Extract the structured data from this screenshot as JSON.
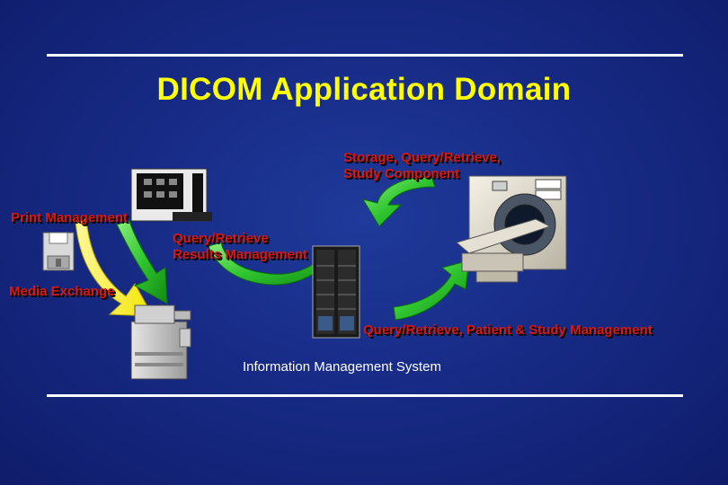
{
  "title": "DICOM Application Domain",
  "labels": {
    "storage_line1": "Storage, Query/Retrieve,",
    "storage_line2": "Study Component",
    "print": "Print Management",
    "qr_results_line1": "Query/Retrieve",
    "qr_results_line2": "Results Management",
    "media": "Media Exchange",
    "qr_patient": "Query/Retrieve,  Patient & Study Management",
    "ims": "Information Management System"
  },
  "colors": {
    "title": "#ffff00",
    "label_red": "#d81818",
    "arrow_green": "#33cc33",
    "arrow_yellow": "#ffff00",
    "rule": "#ffffff"
  },
  "icons": [
    "workstation-icon",
    "floppy-disk-icon",
    "server-rack-icon",
    "printer-icon",
    "ct-scanner-icon"
  ]
}
